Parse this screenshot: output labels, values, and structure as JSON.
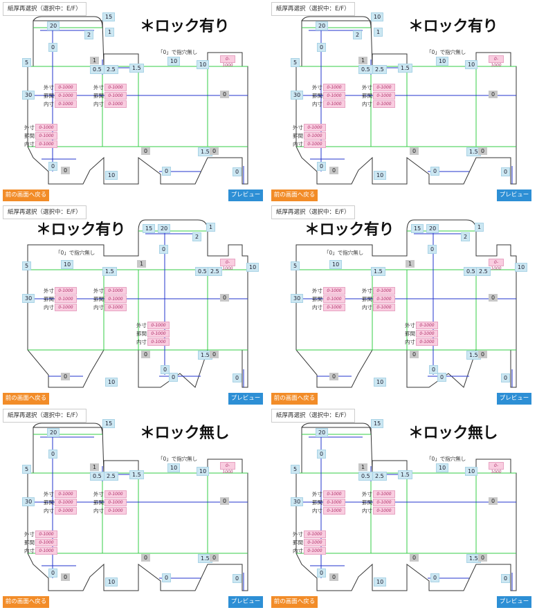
{
  "panels": [
    {
      "header": "紙厚再選択（選択中：E/F）",
      "title": "＊ロック有り",
      "layout": "a",
      "note": "「0」で指穴無し",
      "labels": {
        "lbl_5": "5",
        "lbl_20": "20",
        "lbl_top": "15",
        "lbl_2": "2",
        "lbl_1": "1",
        "lbl_0a": "0",
        "lbl_05": "0.5",
        "lbl_25": "2.5",
        "lbl_15": "1.5",
        "lbl_10": "10",
        "lbl_10b": "10",
        "lbl_30": "30",
        "lbl_0b": "0",
        "lbl_0c": "0",
        "lbl_0d": "0",
        "lbl_15b": "1.5",
        "lbl_0e": "0",
        "lbl_0f": "0",
        "lbl_10c": "10",
        "lbl_0g": "0",
        "lbl_0h": "0",
        "lbl_1b": "1"
      },
      "buttons": {
        "back": "前の画面へ戻る",
        "preview": "プレビュー"
      }
    },
    {
      "header": "紙厚再選択（選択中：E/F）",
      "title": "＊ロック有り",
      "layout": "a",
      "note": "「0」で指穴無し",
      "labels": {
        "lbl_5": "5",
        "lbl_20": "20",
        "lbl_top": "10",
        "lbl_2": "2",
        "lbl_1": "1",
        "lbl_0a": "0",
        "lbl_05": "0.5",
        "lbl_25": "2.5",
        "lbl_15": "1.5",
        "lbl_10": "10",
        "lbl_10b": "10",
        "lbl_30": "30",
        "lbl_0b": "0",
        "lbl_0c": "0",
        "lbl_0d": "0",
        "lbl_15b": "1.5",
        "lbl_0e": "0",
        "lbl_0f": "0",
        "lbl_10c": "10",
        "lbl_0g": "0",
        "lbl_0h": "0",
        "lbl_1b": "1"
      },
      "buttons": {
        "back": "前の画面へ戻る",
        "preview": "プレビュー"
      }
    },
    {
      "header": "紙厚再選択（選択中：E/F）",
      "title": "＊ロック有り",
      "layout": "b",
      "note": "「0」で指穴無し",
      "labels": {
        "lbl_5": "5",
        "lbl_20": "20",
        "lbl_top": "15",
        "lbl_2": "2",
        "lbl_1": "1",
        "lbl_0a": "0",
        "lbl_05": "0.5",
        "lbl_25": "2.5",
        "lbl_15": "1.5",
        "lbl_10": "10",
        "lbl_10b": "10",
        "lbl_30": "30",
        "lbl_0b": "0",
        "lbl_0c": "0",
        "lbl_0d": "0",
        "lbl_15b": "1.5",
        "lbl_0e": "0",
        "lbl_0f": "0",
        "lbl_10c": "10",
        "lbl_0g": "0",
        "lbl_0h": "0",
        "lbl_1b": "1"
      },
      "buttons": {
        "back": "前の画面へ戻る",
        "preview": "プレビュー"
      }
    },
    {
      "header": "紙厚再選択（選択中：E/F）",
      "title": "＊ロック有り",
      "layout": "b",
      "note": "「0」で指穴無し",
      "labels": {
        "lbl_5": "5",
        "lbl_20": "20",
        "lbl_top": "15",
        "lbl_2": "2",
        "lbl_1": "1",
        "lbl_0a": "0",
        "lbl_05": "0.5",
        "lbl_25": "2.5",
        "lbl_15": "1.5",
        "lbl_10": "10",
        "lbl_10b": "10",
        "lbl_30": "30",
        "lbl_0b": "0",
        "lbl_0c": "0",
        "lbl_0d": "0",
        "lbl_15b": "1.5",
        "lbl_0e": "0",
        "lbl_0f": "0",
        "lbl_10c": "10",
        "lbl_0g": "0",
        "lbl_0h": "0",
        "lbl_1b": "1"
      },
      "buttons": {
        "back": "前の画面へ戻る",
        "preview": "プレビュー"
      }
    },
    {
      "header": "紙厚再選択（選択中：E/F）",
      "title": "＊ロック無し",
      "layout": "a",
      "note": "「0」で指穴無し",
      "labels": {
        "lbl_5": "5",
        "lbl_20": "20",
        "lbl_top": "15",
        "lbl_2": "",
        "lbl_1": "",
        "lbl_0a": "0",
        "lbl_05": "0.5",
        "lbl_25": "2.5",
        "lbl_15": "1.5",
        "lbl_10": "10",
        "lbl_10b": "10",
        "lbl_30": "30",
        "lbl_0b": "0",
        "lbl_0c": "0",
        "lbl_0d": "0",
        "lbl_15b": "1.5",
        "lbl_0e": "0",
        "lbl_0f": "0",
        "lbl_10c": "10",
        "lbl_0g": "0",
        "lbl_0h": "0",
        "lbl_1b": "1"
      },
      "buttons": {
        "back": "前の画面へ戻る",
        "preview": "プレビュー"
      }
    },
    {
      "header": "紙厚再選択（選択中：E/F）",
      "title": "＊ロック無し",
      "layout": "a",
      "note": "「0」で指穴無し",
      "labels": {
        "lbl_5": "5",
        "lbl_20": "20",
        "lbl_top": "15",
        "lbl_2": "",
        "lbl_1": "",
        "lbl_0a": "0",
        "lbl_05": "0.5",
        "lbl_25": "2.5",
        "lbl_15": "1.5",
        "lbl_10": "10",
        "lbl_10b": "10",
        "lbl_30": "30",
        "lbl_0b": "0",
        "lbl_0c": "0",
        "lbl_0d": "0",
        "lbl_15b": "1.5",
        "lbl_0e": "0",
        "lbl_0f": "0",
        "lbl_10c": "10",
        "lbl_0g": "0",
        "lbl_0h": "0",
        "lbl_1b": "1"
      },
      "buttons": {
        "back": "前の画面へ戻る",
        "preview": "プレビュー"
      }
    }
  ],
  "dimension_labels": {
    "outer": "外寸",
    "ruled": "罫間",
    "inner": "内寸"
  },
  "input_placeholder": "0-1000",
  "colors": {
    "back_button": "#f28c28",
    "preview_button": "#2d8fd5",
    "dimension_box": "#cce7f2",
    "input_box": "#f9cde0",
    "gray_box": "#c8c8c8",
    "crease_line": "#33cc44",
    "dim_line": "#2233cc"
  }
}
